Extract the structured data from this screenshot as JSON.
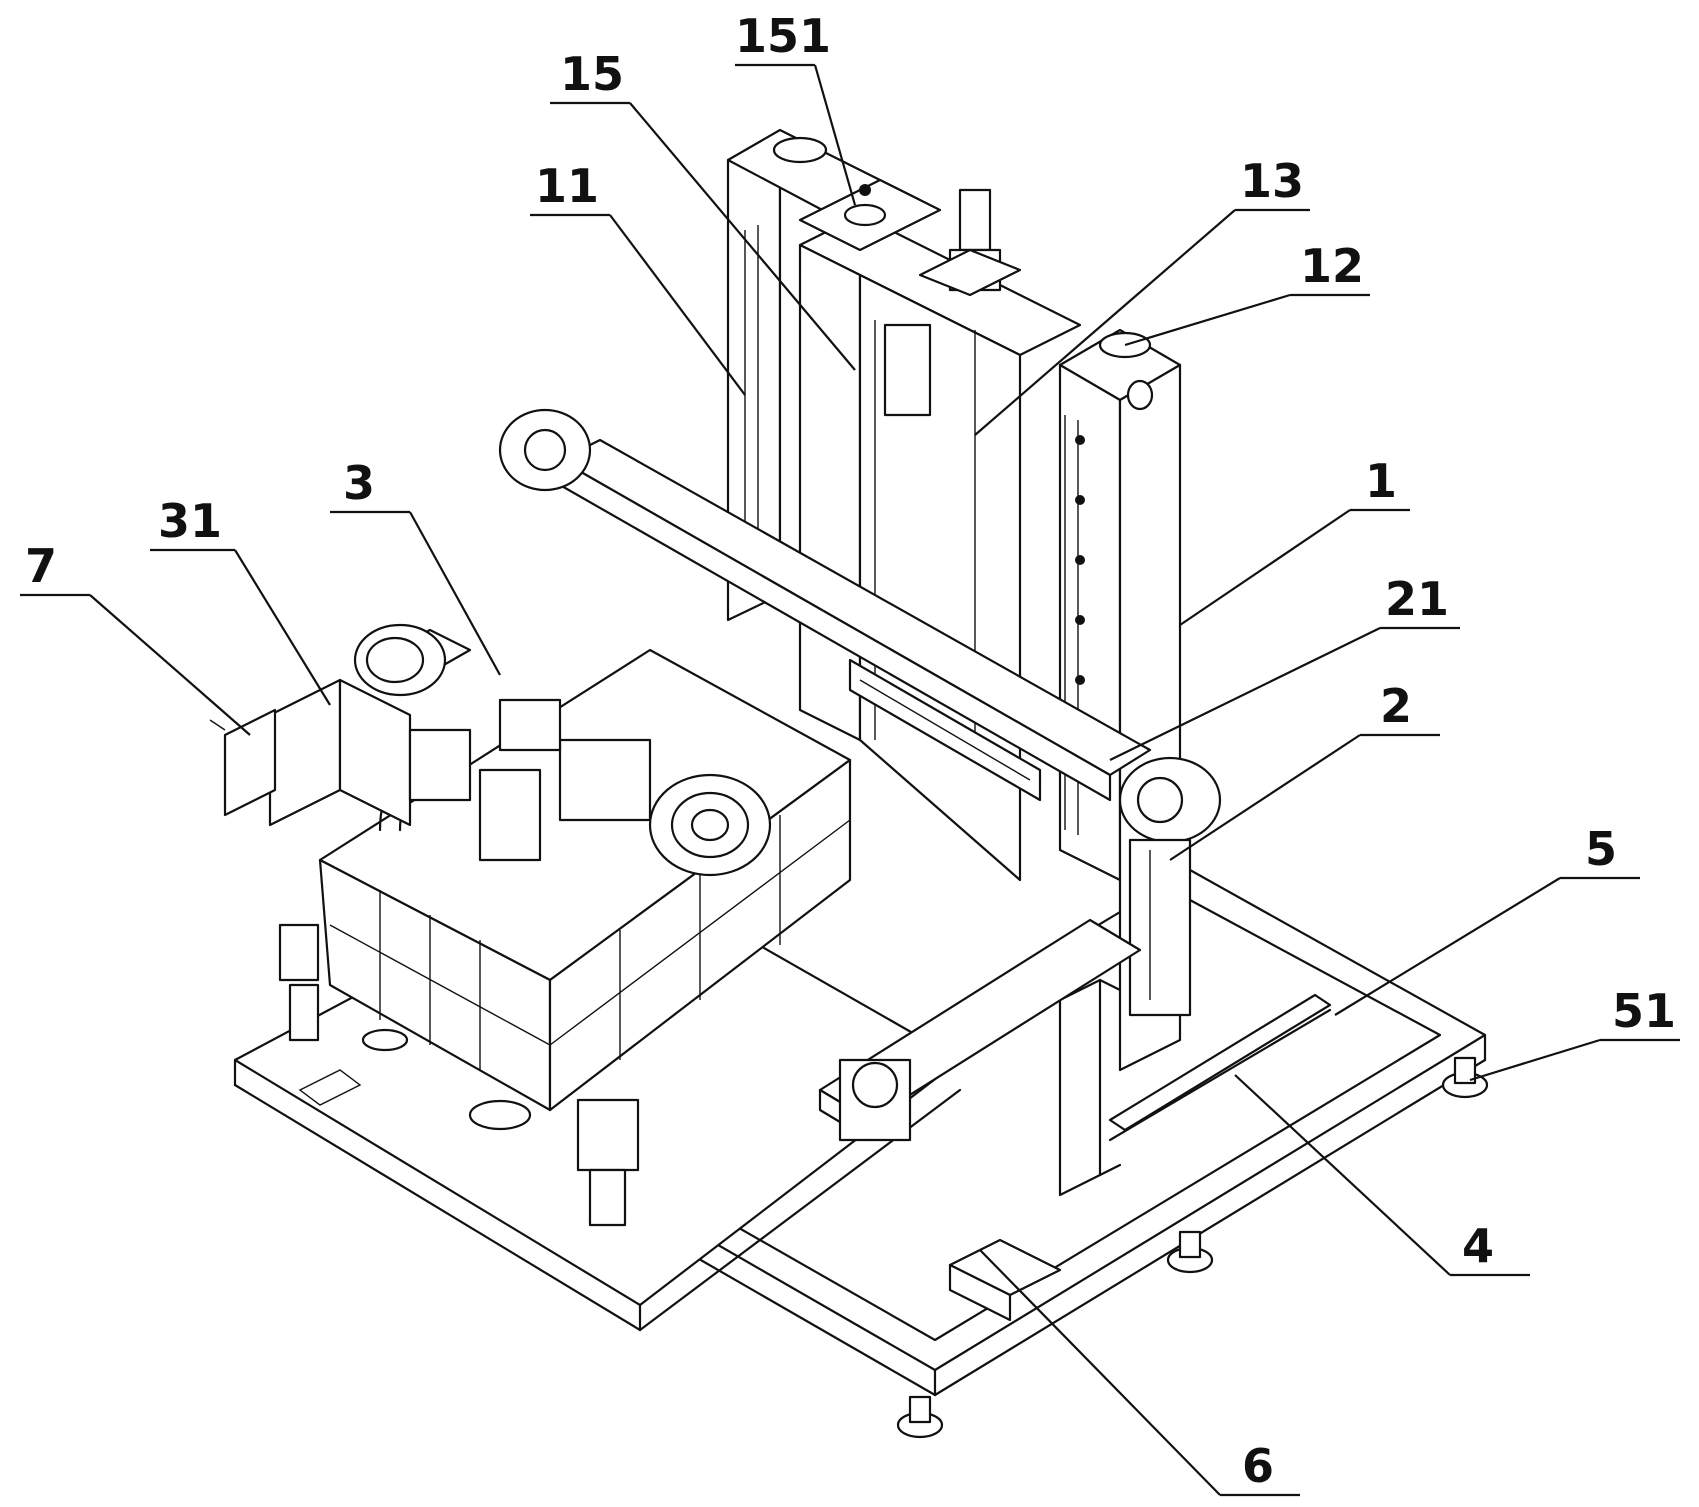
{
  "labels": {
    "l151": "151",
    "l15": "15",
    "l11": "11",
    "l13": "13",
    "l12": "12",
    "l1": "1",
    "l21": "21",
    "l2": "2",
    "l3": "3",
    "l31": "31",
    "l7": "7",
    "l5": "5",
    "l51": "51",
    "l4": "4",
    "l6": "6"
  }
}
